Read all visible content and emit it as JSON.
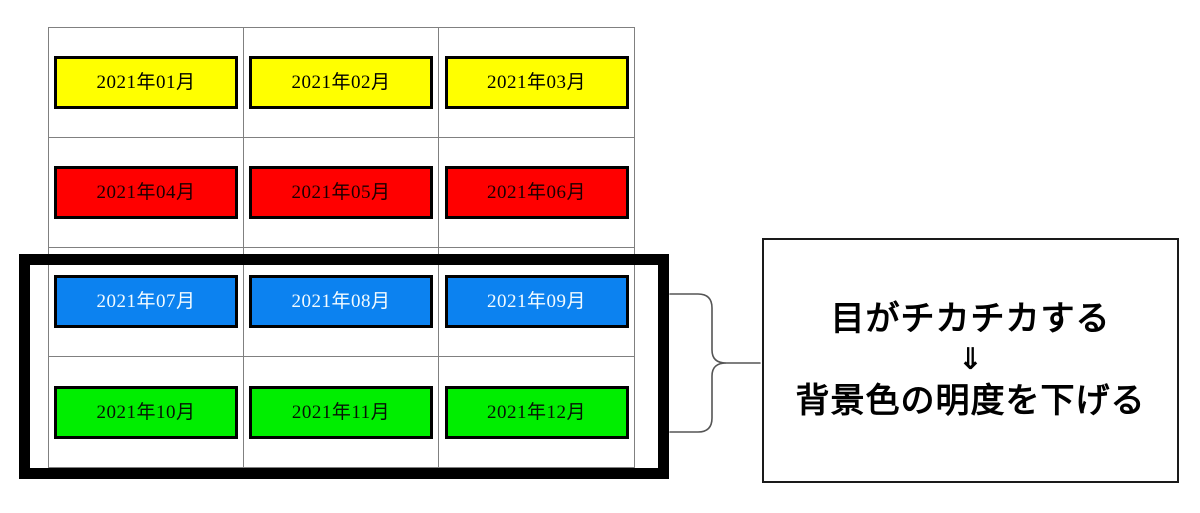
{
  "diagram": {
    "calendar": {
      "columns": 3,
      "rows": 4,
      "row_colors": [
        "#ffff00",
        "#ff0000",
        "#0c82f0",
        "#00ee00"
      ],
      "cells": [
        {
          "label": "2021年01月",
          "color_name": "yellow",
          "hex": "#ffff00"
        },
        {
          "label": "2021年02月",
          "color_name": "yellow",
          "hex": "#ffff00"
        },
        {
          "label": "2021年03月",
          "color_name": "yellow",
          "hex": "#ffff00"
        },
        {
          "label": "2021年04月",
          "color_name": "red",
          "hex": "#ff0000"
        },
        {
          "label": "2021年05月",
          "color_name": "red",
          "hex": "#ff0000"
        },
        {
          "label": "2021年06月",
          "color_name": "red",
          "hex": "#ff0000"
        },
        {
          "label": "2021年07月",
          "color_name": "blue",
          "hex": "#0c82f0"
        },
        {
          "label": "2021年08月",
          "color_name": "blue",
          "hex": "#0c82f0"
        },
        {
          "label": "2021年09月",
          "color_name": "blue",
          "hex": "#0c82f0"
        },
        {
          "label": "2021年10月",
          "color_name": "green",
          "hex": "#00ee00"
        },
        {
          "label": "2021年11月",
          "color_name": "green",
          "hex": "#00ee00"
        },
        {
          "label": "2021年12月",
          "color_name": "green",
          "hex": "#00ee00"
        }
      ]
    },
    "highlight": {
      "name": "thick-black-emphasis-frame",
      "covers_rows": "3-4",
      "border_color": "#000000"
    },
    "connector": {
      "name": "curly-brace",
      "direction": "right",
      "color": "#4d4d4d"
    },
    "callout": {
      "line1": "目がチカチカする",
      "arrow": "⇓",
      "line2": "背景色の明度を下げる",
      "border_color": "#1a1a1a",
      "background": "#ffffff"
    }
  }
}
